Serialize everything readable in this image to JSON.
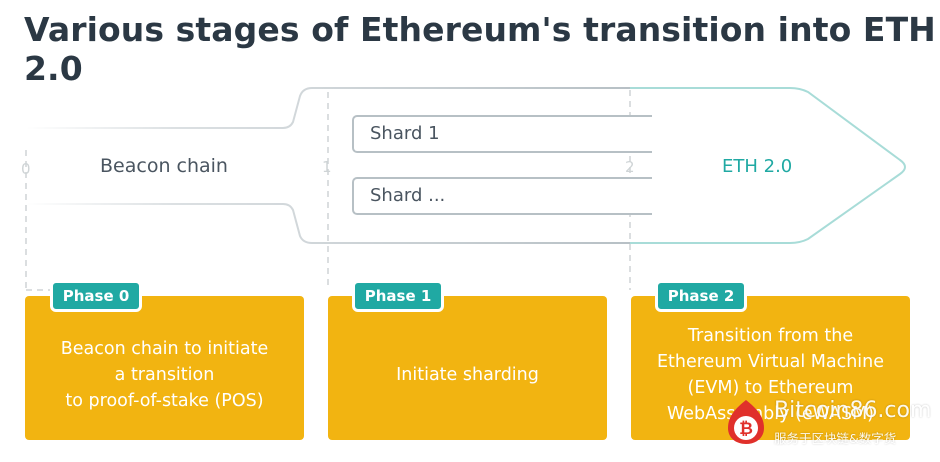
{
  "title": "Various stages of Ethereum's transition into ETH 2.0",
  "stages": [
    {
      "number": "0",
      "label": "Beacon chain"
    },
    {
      "number": "1",
      "shards": [
        "Shard 1",
        "Shard ..."
      ]
    },
    {
      "number": "2",
      "label": "ETH 2.0"
    }
  ],
  "phases": [
    {
      "tag": "Phase 0",
      "description": "Beacon chain to initiate\na transition\nto proof-of-stake (POS)"
    },
    {
      "tag": "Phase 1",
      "description": "Initiate sharding"
    },
    {
      "tag": "Phase 2",
      "description": "Transition from the\nEthereum Virtual Machine\n(EVM) to Ethereum\nWebAssembly (eWASM)"
    }
  ],
  "watermark": {
    "logo_icon": "bitcoin-icon",
    "text": "Bitcoin86.com",
    "subtext": "服务于区块链&数字货"
  },
  "colors": {
    "accent_teal": "#20a9a3",
    "card_yellow": "#f2b411",
    "title_dark": "#2b3844",
    "outline_gray": "#b7c0c5"
  }
}
